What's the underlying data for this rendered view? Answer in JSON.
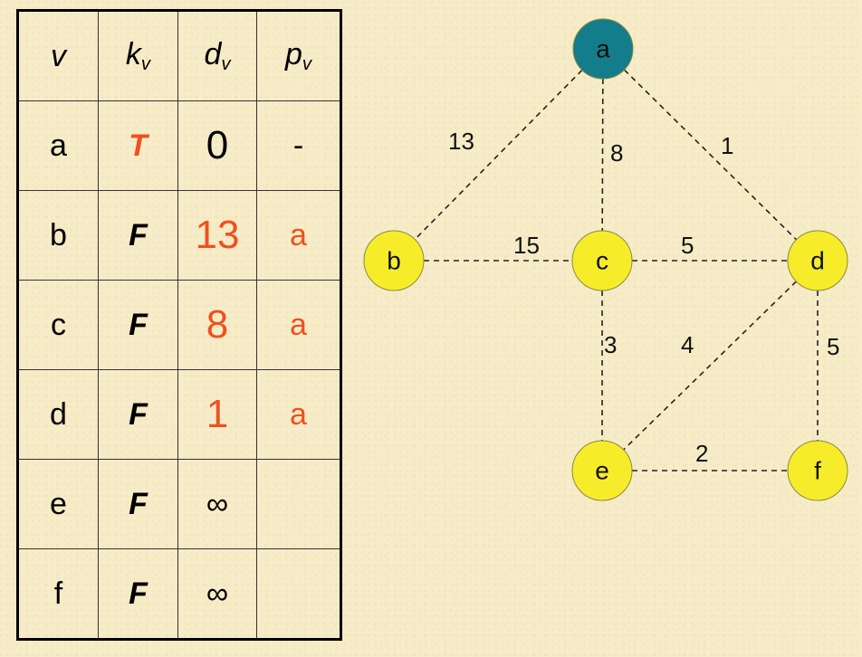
{
  "table": {
    "headers": [
      {
        "main": "v",
        "sub": ""
      },
      {
        "main": "k",
        "sub": "v"
      },
      {
        "main": "d",
        "sub": "v"
      },
      {
        "main": "p",
        "sub": "v"
      }
    ],
    "rows": [
      {
        "v": "a",
        "k": "T",
        "d": "0",
        "p": "-"
      },
      {
        "v": "b",
        "k": "F",
        "d": "13",
        "p": "a"
      },
      {
        "v": "c",
        "k": "F",
        "d": "8",
        "p": "a"
      },
      {
        "v": "d",
        "k": "F",
        "d": "1",
        "p": "a"
      },
      {
        "v": "e",
        "k": "F",
        "d": "∞",
        "p": ""
      },
      {
        "v": "f",
        "k": "F",
        "d": "∞",
        "p": ""
      }
    ]
  },
  "graph": {
    "nodes": [
      {
        "id": "a",
        "label": "a",
        "visited": true
      },
      {
        "id": "b",
        "label": "b",
        "visited": false
      },
      {
        "id": "c",
        "label": "c",
        "visited": false
      },
      {
        "id": "d",
        "label": "d",
        "visited": false
      },
      {
        "id": "e",
        "label": "e",
        "visited": false
      },
      {
        "id": "f",
        "label": "f",
        "visited": false
      }
    ],
    "edges": [
      {
        "from": "a",
        "to": "b",
        "weight": "13"
      },
      {
        "from": "a",
        "to": "c",
        "weight": "8"
      },
      {
        "from": "a",
        "to": "d",
        "weight": "1"
      },
      {
        "from": "b",
        "to": "c",
        "weight": "15"
      },
      {
        "from": "c",
        "to": "d",
        "weight": "5"
      },
      {
        "from": "c",
        "to": "e",
        "weight": "3"
      },
      {
        "from": "d",
        "to": "e",
        "weight": "4"
      },
      {
        "from": "d",
        "to": "f",
        "weight": "5"
      },
      {
        "from": "e",
        "to": "f",
        "weight": "2"
      }
    ]
  },
  "colors": {
    "visited_node": "#137d8c",
    "unvisited_node": "#f7ec2a",
    "highlight_text": "#f0501e"
  }
}
